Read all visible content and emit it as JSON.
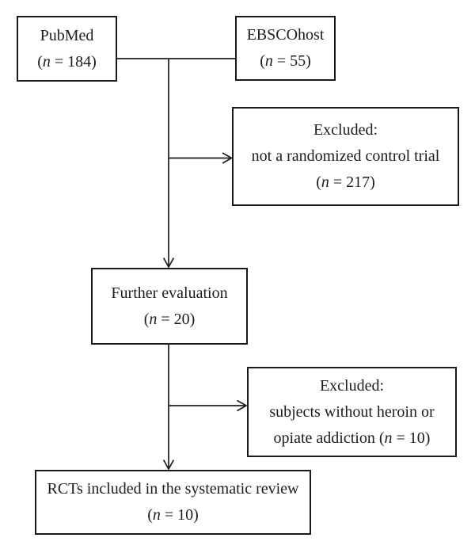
{
  "figure": {
    "background_color": "#ffffff",
    "line_color": "#1d1d1d",
    "text_color": "#1c1c1c",
    "nodes": {
      "pubmed": {
        "lines": [
          "PubMed",
          "(n = 184)"
        ]
      },
      "ebscohost": {
        "lines": [
          "EBSCOhost",
          "(n = 55)"
        ]
      },
      "excluded_not_rct": {
        "lines": [
          "Excluded:",
          "not a randomized control trial",
          "(n = 217)"
        ]
      },
      "further_evaluation": {
        "lines": [
          "Further evaluation",
          "(n = 20)"
        ]
      },
      "excluded_no_heroin": {
        "lines": [
          "Excluded:",
          "subjects without heroin or",
          "opiate addiction (n = 10)"
        ]
      },
      "included_rcts": {
        "lines": [
          "RCTs included in the systematic review",
          "(n = 10)"
        ]
      }
    },
    "edges": [
      {
        "from": "pubmed",
        "to": "ebscohost",
        "style": "plain-line"
      },
      {
        "from": "pubmed-ebscohost-merge",
        "to": "further_evaluation",
        "style": "arrow"
      },
      {
        "from": "pubmed-ebscohost-merge",
        "to": "excluded_not_rct",
        "style": "arrow"
      },
      {
        "from": "further_evaluation",
        "to": "included_rcts",
        "style": "arrow"
      },
      {
        "from": "further_evaluation",
        "to": "excluded_no_heroin",
        "style": "arrow"
      }
    ]
  }
}
